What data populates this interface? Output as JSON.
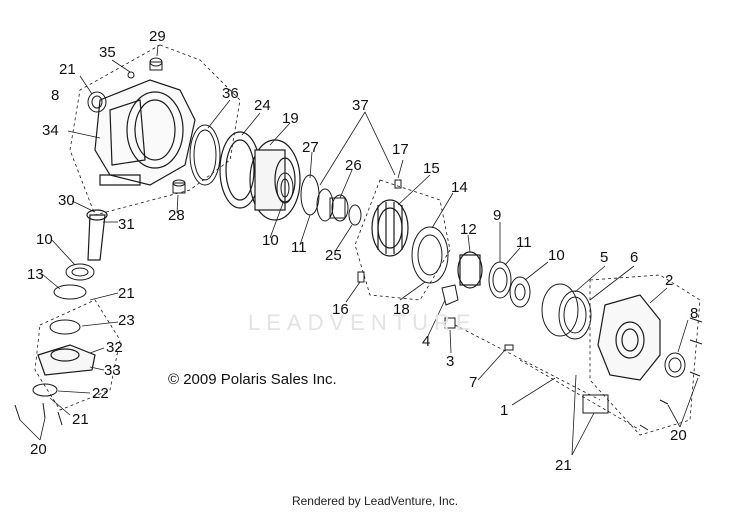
{
  "callouts": {
    "c1": "1",
    "c2": "2",
    "c3": "3",
    "c4": "4",
    "c5": "5",
    "c6": "6",
    "c7": "7",
    "c8a": "8",
    "c8b": "8",
    "c9": "9",
    "c10a": "10",
    "c10b": "10",
    "c10c": "10",
    "c11a": "11",
    "c11b": "11",
    "c12": "12",
    "c13": "13",
    "c14": "14",
    "c15": "15",
    "c16": "16",
    "c17": "17",
    "c18": "18",
    "c19": "19",
    "c20a": "20",
    "c20b": "20",
    "c21a": "21",
    "c21b": "21",
    "c21c": "21",
    "c21d": "21",
    "c22": "22",
    "c23": "23",
    "c24": "24",
    "c25": "25",
    "c26": "26",
    "c27": "27",
    "c28": "28",
    "c29": "29",
    "c30": "30",
    "c31": "31",
    "c32": "32",
    "c33": "33",
    "c34": "34",
    "c35": "35",
    "c36": "36",
    "c37": "37"
  },
  "copyright": "© 2009 Polaris Sales Inc.",
  "watermark": "LEADVENTURE",
  "footer": "Rendered by LeadVenture, Inc.",
  "colors": {
    "line": "#1a1a1a",
    "watermark": "#e3e3e3",
    "background": "#ffffff"
  }
}
